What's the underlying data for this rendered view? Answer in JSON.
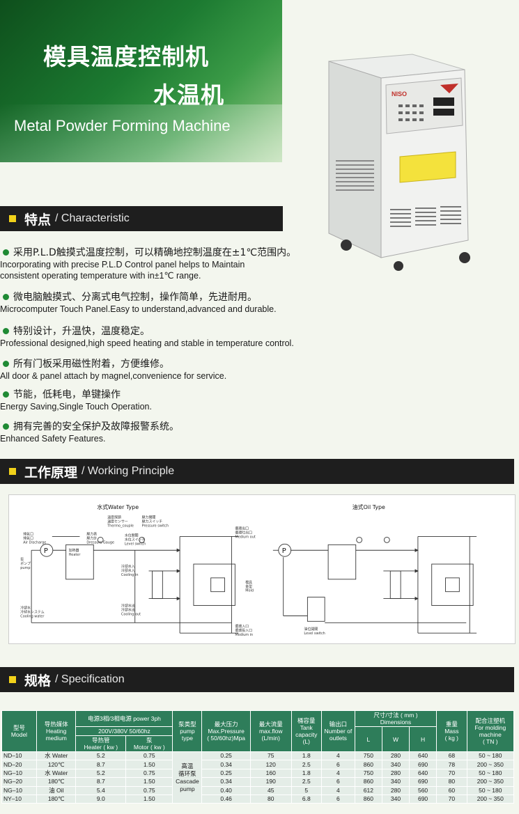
{
  "banner": {
    "title_line1": "模具温度控制机",
    "title_line2": "水温机",
    "title_en": "Metal Powder Forming Machine"
  },
  "machine": {
    "brand": "NISO"
  },
  "characteristic": {
    "cn": "特点",
    "en": "/ Characteristic",
    "items": [
      {
        "cn": "采用P.L.D触摸式温度控制，可以精确地控制温度在±1℃范围内。",
        "en1": "Incorporating with precise P.L.D Control panel helps to Maintain",
        "en2": "consistent operating temperature  with in±1℃ range."
      },
      {
        "cn": "微电脑触摸式、分离式电气控制，操作简单，先进耐用。",
        "en1": "Microcomputer Touch Panel.Easy to understand,advanced and durable.",
        "en2": ""
      },
      {
        "cn": "特别设计，升温快，温度稳定。",
        "en1": "Professional designed,high speed heating and stable in temperature control.",
        "en2": ""
      },
      {
        "cn": "所有门板采用磁性附着，方便维修。",
        "en1": "All door & panel attach by magnel,convenience for service.",
        "en2": ""
      },
      {
        "cn": "节能，低耗电，单键操作",
        "en1": "Energy Saving,Single Touch Operation.",
        "en2": ""
      },
      {
        "cn": "拥有完善的安全保护及故障报警系统。",
        "en1": "Enhanced Safety Features.",
        "en2": ""
      }
    ]
  },
  "working": {
    "cn": "工作原理",
    "en": "/ Working Principle",
    "water_title": "水式Water Type",
    "oil_title": "油式Oil Type",
    "labels": {
      "pump": "P",
      "pump_label": "泵\nポンプ\npump",
      "heater": "加熱器\nHeater",
      "pressure_gauge": "壓力表\n壓力計\nDressure Gauge",
      "thermo": "溫度探頭\n温度センサー\nThermo_couple",
      "pressure_switch": "壓力開關\n壓力スイッチ\nPressure switch",
      "level_switch": "水位開關\n水位スイッチ\nLevel switch",
      "air_discharge": "排氣口\n排氣口\nAir Discharge",
      "cooling_in": "冷卻水入\n冷卻水入\nCooling in",
      "cooling_out": "冷卻水出\n冷卻水出\nCooling out",
      "cooling_water": "冷卻水\n冷却水システム\nCooling water",
      "medium_out": "循環出口\n循環吐出口\nMedium out",
      "medium_in": "循環入口\n循環投入口\nMedium in",
      "mold": "模具\n金型\nMold",
      "oil_level": "油位開關\nLevel switch"
    }
  },
  "spec": {
    "cn": "规格",
    "en": "/ Specification",
    "headers": {
      "model": "型号\nModel",
      "medium": "导热媒体\nHeating medium",
      "power": "电源3相/3相电源  power 3ph",
      "voltage": "200V/380V 50/60hz",
      "heater": "导热管\nHeater ( kw )",
      "motor": "泵\nMotor ( kw )",
      "pump_type": "泵类型\npump type",
      "max_pressure": "最大压力\nMax.Pressure\n( 50/60hz)Mpa",
      "max_flow": "最大流量\nmax.flow\n(L/min)",
      "tank": "桶容量\nTank capacity\n(L)",
      "outlets": "输出口\nNumber of outlets",
      "dimensions": "尺寸/寸法 ( mm )\nDimensions",
      "L": "L",
      "W": "W",
      "H": "H",
      "mass": "重量\nMass\n( kg )",
      "molding": "配合注塑机\nFor molding machine\n( TN )"
    },
    "pump_type_value": "高温\n循环泵\nCascade pump",
    "rows": [
      {
        "model": "ND–10",
        "medium": "水 Water",
        "heater": "5.2",
        "motor": "0.75",
        "pressure": "0.25",
        "flow": "75",
        "tank": "1.8",
        "outlets": "4",
        "L": "750",
        "W": "280",
        "H": "640",
        "mass": "68",
        "molding": "50 ~ 180"
      },
      {
        "model": "ND–20",
        "medium": "120℃",
        "heater": "8.7",
        "motor": "1.50",
        "pressure": "0.34",
        "flow": "120",
        "tank": "2.5",
        "outlets": "6",
        "L": "860",
        "W": "340",
        "H": "690",
        "mass": "78",
        "molding": "200 ~ 350"
      },
      {
        "model": "NG–10",
        "medium": "水 Water",
        "heater": "5.2",
        "motor": "0.75",
        "pressure": "0.25",
        "flow": "160",
        "tank": "1.8",
        "outlets": "4",
        "L": "750",
        "W": "280",
        "H": "640",
        "mass": "70",
        "molding": "50 ~ 180"
      },
      {
        "model": "NG–20",
        "medium": "180℃",
        "heater": "8.7",
        "motor": "1.50",
        "pressure": "0.34",
        "flow": "190",
        "tank": "2.5",
        "outlets": "6",
        "L": "860",
        "W": "340",
        "H": "690",
        "mass": "80",
        "molding": "200 ~ 350"
      },
      {
        "model": "NG–10",
        "medium": "油 Oil",
        "heater": "5.4",
        "motor": "0.75",
        "pressure": "0.40",
        "flow": "45",
        "tank": "5",
        "outlets": "4",
        "L": "612",
        "W": "280",
        "H": "560",
        "mass": "60",
        "molding": "50 ~ 180"
      },
      {
        "model": "NY–10",
        "medium": "180℃",
        "heater": "9.0",
        "motor": "1.50",
        "pressure": "0.46",
        "flow": "80",
        "tank": "6.8",
        "outlets": "6",
        "L": "860",
        "W": "340",
        "H": "690",
        "mass": "70",
        "molding": "200 ~ 350"
      }
    ]
  },
  "colors": {
    "banner_green": "#1c7a31",
    "section_bar": "#1e1e1e",
    "section_marker": "#f2d21a",
    "bullet": "#1f8a34",
    "table_header": "#2e7d5a",
    "table_cell": "#e4ede7"
  }
}
